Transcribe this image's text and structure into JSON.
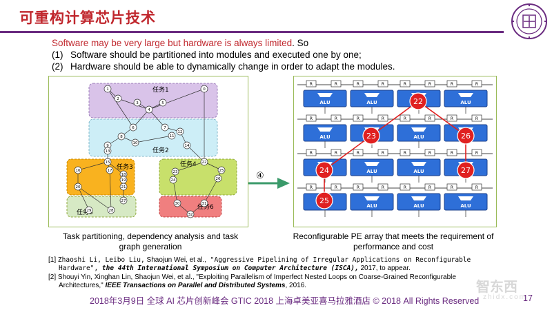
{
  "title": "可重构计算芯片技术",
  "intro": {
    "line1_red": "Software may be very large but hardware is always limited",
    "line1_rest": ". So",
    "item1_num": "(1)",
    "item1_text": "Software should be partitioned into modules and executed one by one;",
    "item2_num": "(2)",
    "item2_text": "Hardware should be able to dynamically change in order to adapt the modules."
  },
  "left_figure": {
    "groups": [
      "任务1",
      "任务2",
      "任务3",
      "任务4",
      "任务5",
      "任务6"
    ],
    "nodes": [
      "1",
      "2",
      "3",
      "4",
      "5",
      "0",
      "6",
      "7",
      "8",
      "9",
      "10",
      "11",
      "12",
      "13",
      "14",
      "15",
      "16",
      "17",
      "18",
      "19",
      "20",
      "21",
      "22",
      "23",
      "24",
      "25",
      "26",
      "27",
      "28",
      "29",
      "30",
      "31",
      "32"
    ],
    "colors": {
      "t1": "#d9c3e9",
      "t2": "#cdeef7",
      "t3": "#f9b21f",
      "t4": "#c8e06b",
      "t5": "#d6e9c4",
      "t6": "#f07f7f"
    }
  },
  "arrow_label": "④",
  "right_figure": {
    "alu_label": "ALU",
    "r_label": "R",
    "highlight_nodes": [
      "22",
      "23",
      "26",
      "24",
      "27",
      "25"
    ],
    "colors": {
      "alu": "#2e6fd8",
      "highlight": "#e02020"
    }
  },
  "captions": {
    "left": "Task partitioning, dependency analysis and task graph generation",
    "right": "Reconfigurable PE array that meets the requirement of performance and cost"
  },
  "references": {
    "r1_num": "[1]",
    "r1_authors_a": "Zhaoshi Li, Leibo Liu,",
    "r1_authors_b": " Shaojun Wei, et al.,",
    "r1_title": " \"Aggressive Pipelining of Irregular Applications on Reconfigurable",
    "r1_line2_a": "Hardware\",",
    "r1_line2_b": " the 44th International Symposium on Computer Architecture (ISCA),",
    "r1_line2_c": " 2017, to appear.",
    "r2_num": "[2]",
    "r2_line1": "Shouyi Yin, Xinghan Lin, Shaojun Wei, et al., \"Exploiting Parallelism of Imperfect Nested Loops on Coarse-Grained Reconfigurable",
    "r2_line2_a": "Architectures,\"",
    "r2_line2_b": " IEEE Transactions on Parallel and Distributed Systems",
    "r2_line2_c": ", 2016."
  },
  "footer": "2018年3月9日 全球 AI 芯片创新峰会 GTIC 2018 上海卓美亚喜马拉雅酒店 © 2018 All Rights Reserved",
  "page_number": "17",
  "watermark": "智东西",
  "watermark_url": "zhidx.com"
}
